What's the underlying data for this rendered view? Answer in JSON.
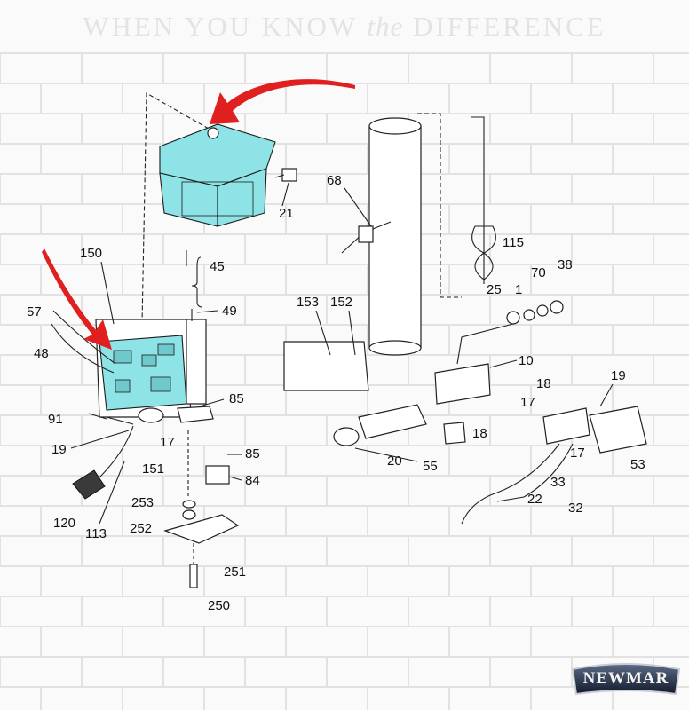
{
  "banner": {
    "part1": "WHEN YOU KNOW ",
    "italic": "the",
    "part2": " DIFFERENCE"
  },
  "logo": {
    "text": "NEWMAR"
  },
  "colors": {
    "highlight": "#8ee3e6",
    "arrow": "#e0201f",
    "line": "#222222",
    "brick_line": "#e2e2e2"
  },
  "callouts": {
    "c21": "21",
    "c45": "45",
    "c150": "150",
    "c57": "57",
    "c48": "48",
    "c49": "49",
    "c85a": "85",
    "c91": "91",
    "c19a": "19",
    "c17a": "17",
    "c151": "151",
    "c85b": "85",
    "c84": "84",
    "c120": "120",
    "c113": "113",
    "c253": "253",
    "c252": "252",
    "c251": "251",
    "c250": "250",
    "c68": "68",
    "c115": "115",
    "c70": "70",
    "c38": "38",
    "c25": "25",
    "c1": "1",
    "c153": "153",
    "c152": "152",
    "c10": "10",
    "c18a": "18",
    "c17b": "17",
    "c19b": "19",
    "c18b": "18",
    "c20": "20",
    "c55": "55",
    "c17c": "17",
    "c53": "53",
    "c33": "33",
    "c22": "22",
    "c32": "32"
  }
}
